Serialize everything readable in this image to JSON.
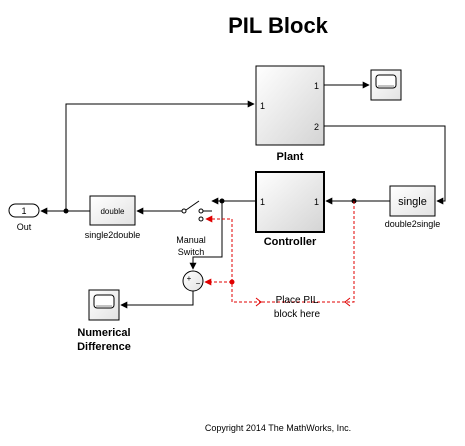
{
  "title": "PIL Block",
  "copyright": "Copyright 2014 The MathWorks, Inc.",
  "blocks": {
    "plant": {
      "name": "Plant",
      "in_port": "1",
      "out_port_1": "1",
      "out_port_2": "2"
    },
    "controller": {
      "name": "Controller",
      "in_port": "1",
      "out_port": "1"
    },
    "double2single": {
      "text": "single",
      "name": "double2single"
    },
    "single2double": {
      "text": "double",
      "name": "single2double"
    },
    "out": {
      "text": "1",
      "name": "Out"
    },
    "manual_switch": {
      "name_line1": "Manual",
      "name_line2": "Switch"
    },
    "sum": {
      "plus": "+",
      "minus": "−"
    },
    "numerical_scope": {
      "name_line1": "Numerical",
      "name_line2": "Difference"
    }
  },
  "annotation": {
    "line1": "Place PIL",
    "line2": "block here"
  },
  "colors": {
    "signal": "#000000",
    "annotation": "#e00000",
    "block_fill": "#ffffff",
    "block_gradient": "#d8d8d8"
  }
}
